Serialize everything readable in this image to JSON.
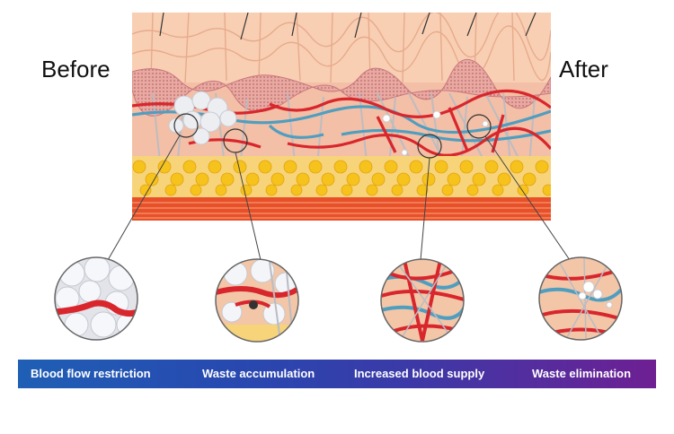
{
  "labels": {
    "before": "Before",
    "after": "After"
  },
  "stages": [
    {
      "label": "Blood flow restriction"
    },
    {
      "label": "Waste accumulation"
    },
    {
      "label": "Increased blood supply"
    },
    {
      "label": "Waste elimination"
    }
  ],
  "colors": {
    "skin": "#f6c6a6",
    "dermis": "#f2b9a0",
    "fat": "#f6c21c",
    "muscle": "#e8502a",
    "vessel_red": "#d8262c",
    "vessel_blue": "#4f9ec0",
    "waste": "#eceef2",
    "bar_start": "#1f5fb5",
    "bar_end": "#6e1f92"
  }
}
